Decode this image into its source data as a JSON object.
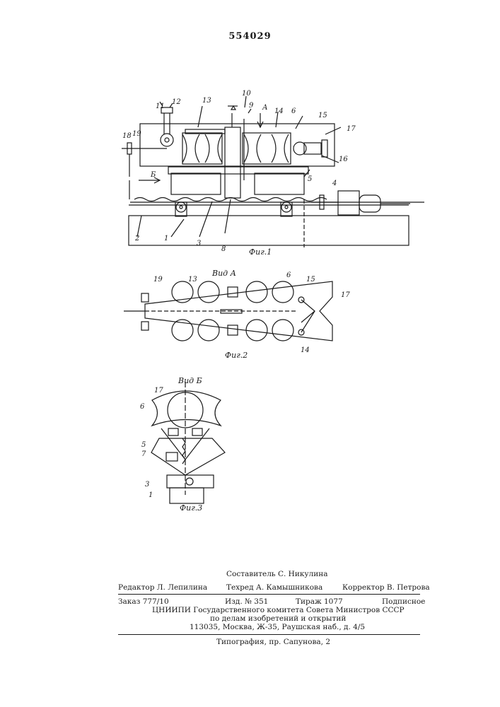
{
  "patent_number": "554029",
  "figures": {
    "fig1": {
      "caption": "Фиг.1",
      "arrow_a": "А",
      "arrow_b": "Б",
      "labels": [
        "1",
        "2",
        "3",
        "4",
        "5",
        "6",
        "8",
        "9",
        "10",
        "11",
        "12",
        "13",
        "14",
        "15",
        "16",
        "17",
        "18",
        "19"
      ]
    },
    "fig2": {
      "view": "Вид А",
      "caption": "Фиг.2",
      "labels": [
        "6",
        "13",
        "14",
        "15",
        "17",
        "19"
      ]
    },
    "fig3": {
      "view": "Вид Б",
      "caption": "Фиг.3",
      "labels": [
        "1",
        "3",
        "5",
        "6",
        "7",
        "17"
      ]
    }
  },
  "imprint": {
    "compiler": "Составитель С. Никулина",
    "editor": "Редактор Л. Лепилина",
    "techeditor": "Техред А. Камышникова",
    "corrector": "Корректор В. Петрова",
    "order": "Заказ 777/10",
    "izd": "Изд. № 351",
    "tirazh": "Тираж 1077",
    "podpisnoe": "Подписное",
    "org1": "ЦНИИПИ Государственного комитета Совета Министров СССР",
    "org2": "по делам изобретений и открытий",
    "address": "113035, Москва, Ж-35, Раушская наб., д. 4/5",
    "typography": "Типография, пр. Сапунова, 2"
  }
}
